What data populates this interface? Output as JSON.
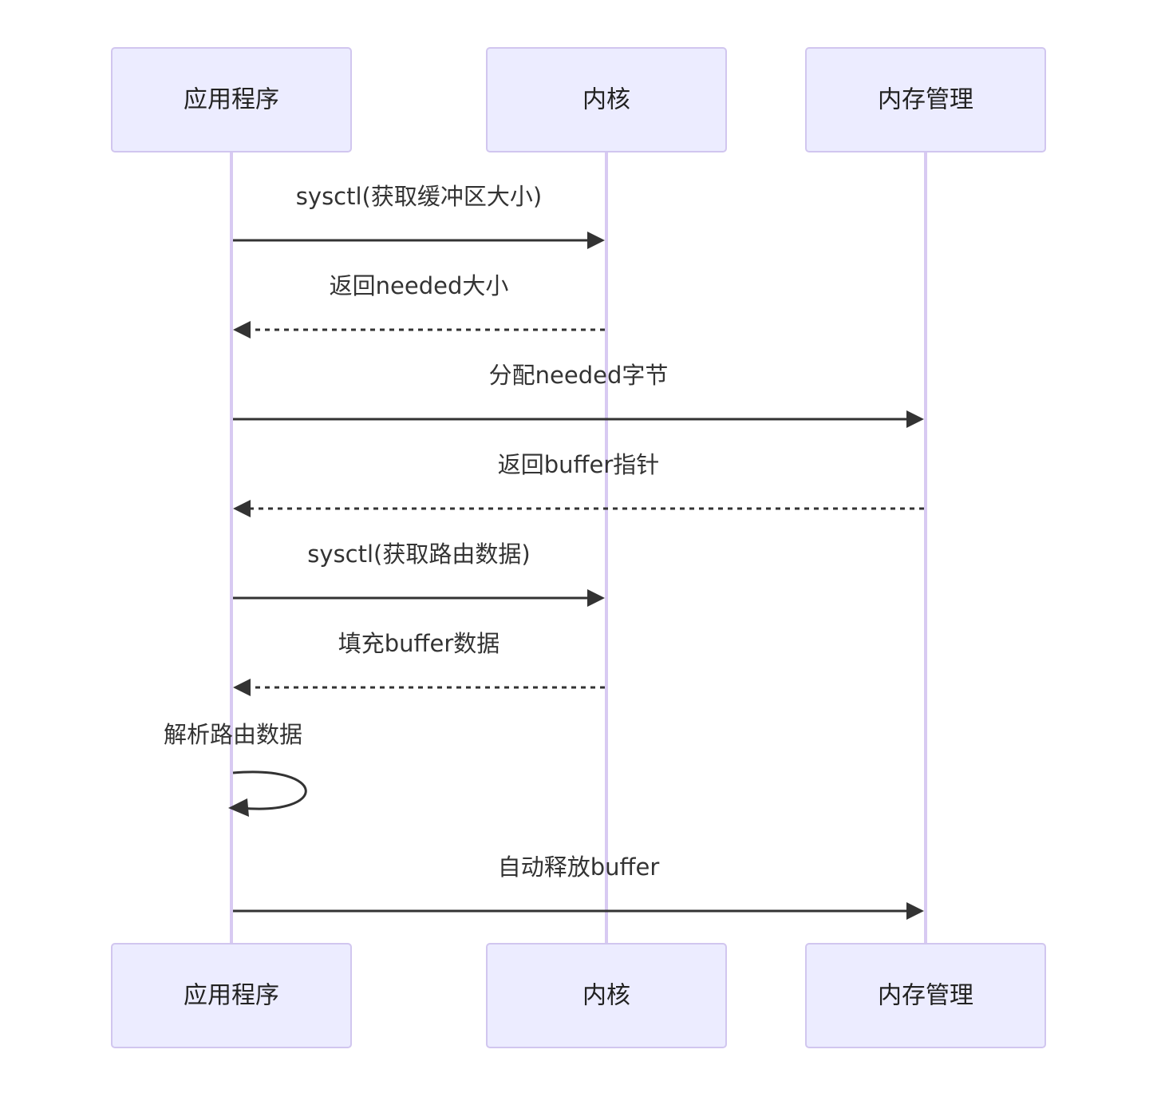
{
  "actors": [
    {
      "id": "app",
      "label": "应用程序"
    },
    {
      "id": "kernel",
      "label": "内核"
    },
    {
      "id": "mem",
      "label": "内存管理"
    }
  ],
  "messages": [
    {
      "from": "app",
      "to": "kernel",
      "label": "sysctl(获取缓冲区大小)",
      "style": "solid"
    },
    {
      "from": "kernel",
      "to": "app",
      "label": "返回needed大小",
      "style": "dashed"
    },
    {
      "from": "app",
      "to": "mem",
      "label": "分配needed字节",
      "style": "solid"
    },
    {
      "from": "mem",
      "to": "app",
      "label": "返回buffer指针",
      "style": "dashed"
    },
    {
      "from": "app",
      "to": "kernel",
      "label": "sysctl(获取路由数据)",
      "style": "solid"
    },
    {
      "from": "kernel",
      "to": "app",
      "label": "填充buffer数据",
      "style": "dashed"
    },
    {
      "from": "app",
      "to": "app",
      "label": "解析路由数据",
      "style": "solid"
    },
    {
      "from": "app",
      "to": "mem",
      "label": "自动释放buffer",
      "style": "solid"
    }
  ],
  "colors": {
    "actor_fill": "#ececff",
    "actor_border": "#d1c6ef",
    "lifeline": "#d8caf2",
    "arrow": "#333333"
  }
}
